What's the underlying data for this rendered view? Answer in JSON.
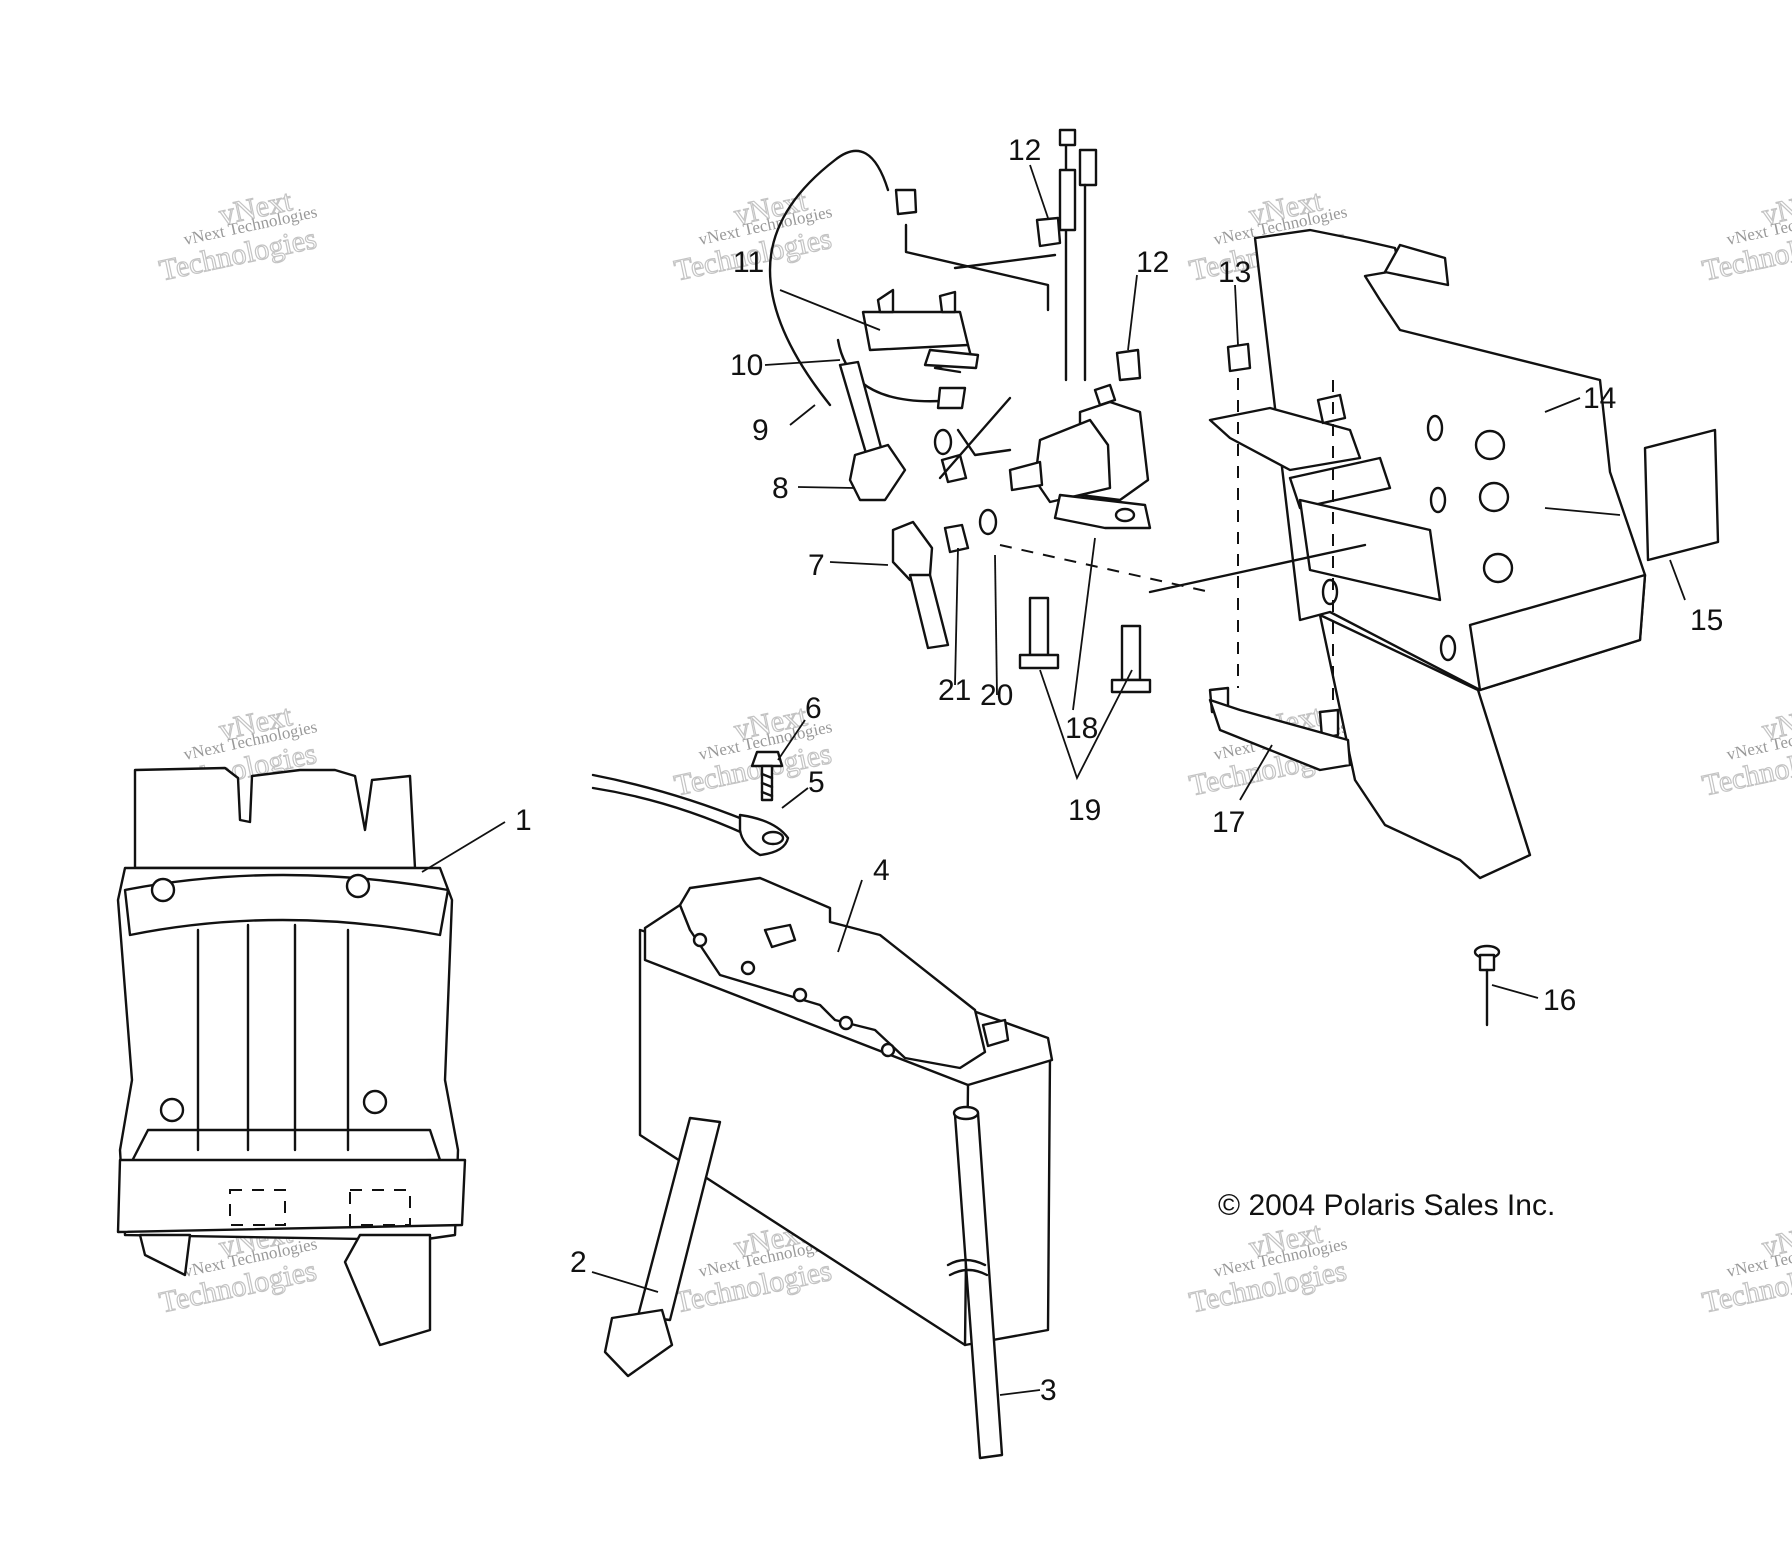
{
  "callouts": [
    {
      "id": "1",
      "label": "1"
    },
    {
      "id": "2",
      "label": "2"
    },
    {
      "id": "3",
      "label": "3"
    },
    {
      "id": "4",
      "label": "4"
    },
    {
      "id": "5",
      "label": "5"
    },
    {
      "id": "6",
      "label": "6"
    },
    {
      "id": "7",
      "label": "7"
    },
    {
      "id": "8",
      "label": "8"
    },
    {
      "id": "9",
      "label": "9"
    },
    {
      "id": "10",
      "label": "10"
    },
    {
      "id": "11",
      "label": "11"
    },
    {
      "id": "12a",
      "label": "12"
    },
    {
      "id": "12b",
      "label": "12"
    },
    {
      "id": "13",
      "label": "13"
    },
    {
      "id": "14",
      "label": "14"
    },
    {
      "id": "15",
      "label": "15"
    },
    {
      "id": "16",
      "label": "16"
    },
    {
      "id": "17",
      "label": "17"
    },
    {
      "id": "18",
      "label": "18"
    },
    {
      "id": "19",
      "label": "19"
    },
    {
      "id": "20",
      "label": "20"
    },
    {
      "id": "21",
      "label": "21"
    }
  ],
  "copyright": "© 2004 Polaris Sales Inc.",
  "watermark": {
    "line1": "vNext Technologies",
    "line2": "vNext",
    "line3": "Technologies"
  },
  "colors": {
    "ink": "#111111",
    "watermark": "#b0b0b0",
    "background": "#ffffff"
  }
}
